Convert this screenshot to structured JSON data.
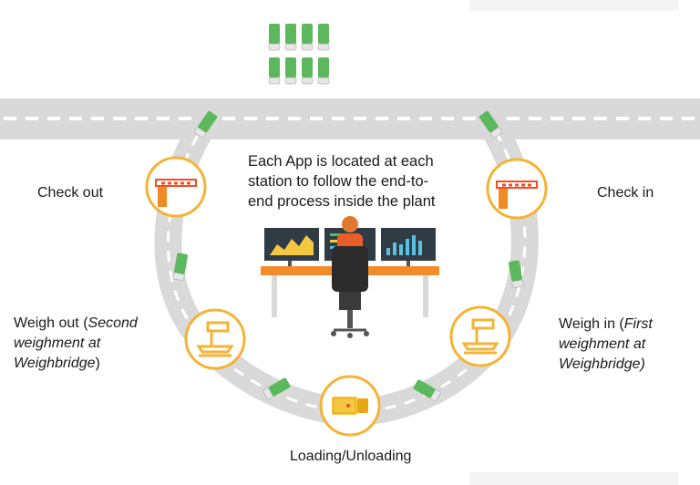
{
  "caption": "Each App is located at each station to follow the end-to-end process inside the plant",
  "caption_lines": [
    "Each App is located at each",
    "station to follow the end-to-",
    "end process inside the plant"
  ],
  "stations": {
    "check_out": "Check out",
    "check_in": "Check in",
    "weigh_out": {
      "prefix": "Weigh out (",
      "italic_1": "Second",
      "italic_2": "weighment at",
      "italic_3": "Weighbridge",
      "suffix": ")"
    },
    "weigh_in": {
      "prefix": "Weigh in (",
      "italic_1": "First",
      "italic_2": "weighment at",
      "italic_3": "Weighbridge)"
    },
    "loading": "Loading/Unloading"
  },
  "colors": {
    "road": "#d9d9d9",
    "lane_mark": "#ffffff",
    "station_ring": "#f5b335",
    "barrier_post": "#f08a24",
    "barrier_arm": "#f04e23",
    "scale": "#f5b335",
    "truck_body": "#5cb85c",
    "desk": "#f28c28",
    "monitor": "#2f3b45"
  },
  "icons": [
    "barrier-gate-icon",
    "weighbridge-scale-icon",
    "loading-truck-icon",
    "truck-icon",
    "operator-icon"
  ]
}
